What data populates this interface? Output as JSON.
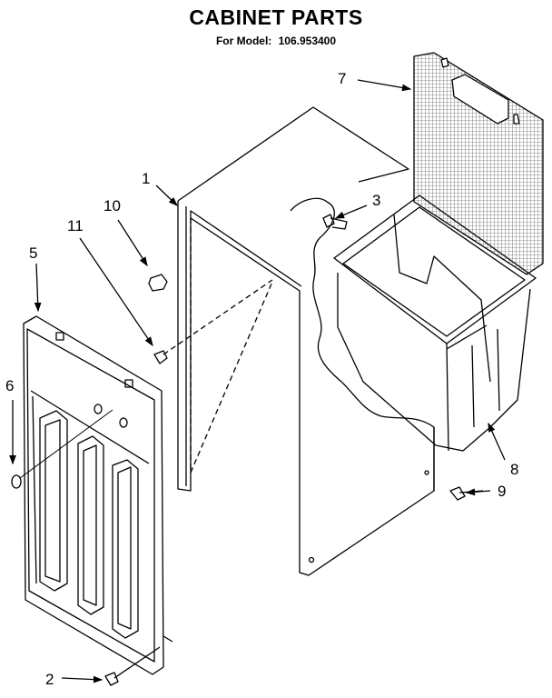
{
  "header": {
    "title": "CABINET PARTS",
    "model_label": "For Model:",
    "model_number": "106.953400"
  },
  "callouts": [
    "1",
    "2",
    "3",
    "5",
    "6",
    "7",
    "8",
    "9",
    "10",
    "11"
  ],
  "colors": {
    "ink": "#000000",
    "background": "#ffffff",
    "hatch": "#555555"
  }
}
